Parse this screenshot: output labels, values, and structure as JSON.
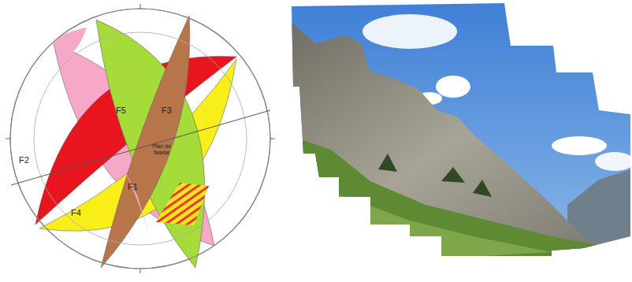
{
  "diagram": {
    "labels": [
      "F5",
      "F3",
      "F2",
      "Plan de falaise",
      "F1",
      "F4"
    ]
  }
}
